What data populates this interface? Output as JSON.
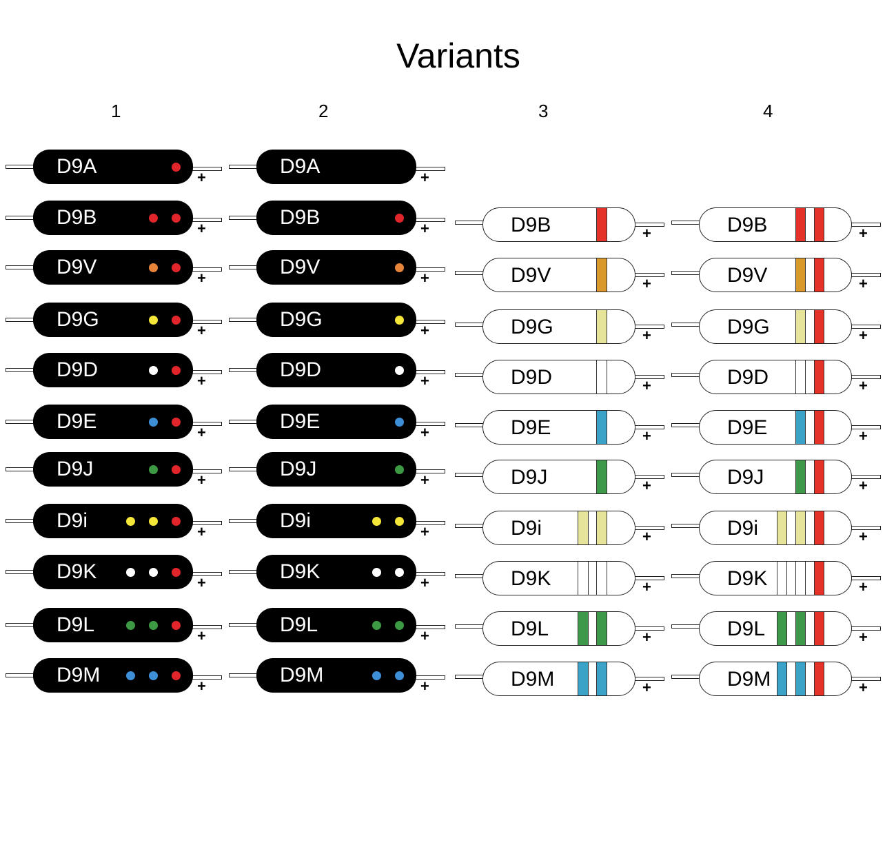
{
  "title": "Variants",
  "column_headers": [
    "1",
    "2",
    "3",
    "4"
  ],
  "plus_sign": "+",
  "colors": {
    "red": "#e0262a",
    "orange": "#e8843a",
    "yellow": "#f5e63a",
    "white": "#ffffff",
    "blue": "#3d8fd8",
    "green": "#3d9a44",
    "band_red": "#e43228",
    "band_orange": "#d99a2b",
    "band_yellow": "#e6e39a",
    "band_white": "#ffffff",
    "band_blue": "#3aa3c7",
    "band_green": "#3e9a4a"
  },
  "columns": [
    {
      "style": "black",
      "parts": [
        {
          "label": "D9A",
          "marks": [
            "red"
          ]
        },
        {
          "label": "D9B",
          "marks": [
            "red",
            "red"
          ]
        },
        {
          "label": "D9V",
          "marks": [
            "orange",
            "red"
          ]
        },
        {
          "label": "D9G",
          "marks": [
            "yellow",
            "red"
          ]
        },
        {
          "label": "D9D",
          "marks": [
            "white",
            "red"
          ]
        },
        {
          "label": "D9E",
          "marks": [
            "blue",
            "red"
          ]
        },
        {
          "label": "D9J",
          "marks": [
            "green",
            "red"
          ]
        },
        {
          "label": "D9i",
          "marks": [
            "yellow",
            "yellow",
            "red"
          ]
        },
        {
          "label": "D9K",
          "marks": [
            "white",
            "white",
            "red"
          ]
        },
        {
          "label": "D9L",
          "marks": [
            "green",
            "green",
            "red"
          ]
        },
        {
          "label": "D9M",
          "marks": [
            "blue",
            "blue",
            "red"
          ]
        }
      ]
    },
    {
      "style": "black",
      "parts": [
        {
          "label": "D9A",
          "marks": []
        },
        {
          "label": "D9B",
          "marks": [
            "red"
          ]
        },
        {
          "label": "D9V",
          "marks": [
            "orange"
          ]
        },
        {
          "label": "D9G",
          "marks": [
            "yellow"
          ]
        },
        {
          "label": "D9D",
          "marks": [
            "white"
          ]
        },
        {
          "label": "D9E",
          "marks": [
            "blue"
          ]
        },
        {
          "label": "D9J",
          "marks": [
            "green"
          ]
        },
        {
          "label": "D9i",
          "marks": [
            "yellow",
            "yellow"
          ]
        },
        {
          "label": "D9K",
          "marks": [
            "white",
            "white"
          ]
        },
        {
          "label": "D9L",
          "marks": [
            "green",
            "green"
          ]
        },
        {
          "label": "D9M",
          "marks": [
            "blue",
            "blue"
          ]
        }
      ]
    },
    {
      "style": "band",
      "parts": [
        {
          "label": "D9B",
          "marks": [
            "band_red"
          ]
        },
        {
          "label": "D9V",
          "marks": [
            "band_orange"
          ]
        },
        {
          "label": "D9G",
          "marks": [
            "band_yellow"
          ]
        },
        {
          "label": "D9D",
          "marks": [
            "band_white"
          ]
        },
        {
          "label": "D9E",
          "marks": [
            "band_blue"
          ]
        },
        {
          "label": "D9J",
          "marks": [
            "band_green"
          ]
        },
        {
          "label": "D9i",
          "marks": [
            "band_yellow",
            "band_yellow"
          ]
        },
        {
          "label": "D9K",
          "marks": [
            "band_white",
            "band_white"
          ]
        },
        {
          "label": "D9L",
          "marks": [
            "band_green",
            "band_green"
          ]
        },
        {
          "label": "D9M",
          "marks": [
            "band_blue",
            "band_blue"
          ]
        }
      ]
    },
    {
      "style": "band",
      "parts": [
        {
          "label": "D9B",
          "marks": [
            "band_red",
            "band_red"
          ]
        },
        {
          "label": "D9V",
          "marks": [
            "band_orange",
            "band_red"
          ]
        },
        {
          "label": "D9G",
          "marks": [
            "band_yellow",
            "band_red"
          ]
        },
        {
          "label": "D9D",
          "marks": [
            "band_white",
            "band_red"
          ]
        },
        {
          "label": "D9E",
          "marks": [
            "band_blue",
            "band_red"
          ]
        },
        {
          "label": "D9J",
          "marks": [
            "band_green",
            "band_red"
          ]
        },
        {
          "label": "D9i",
          "marks": [
            "band_yellow",
            "band_yellow",
            "band_red"
          ]
        },
        {
          "label": "D9K",
          "marks": [
            "band_white",
            "band_white",
            "band_red"
          ]
        },
        {
          "label": "D9L",
          "marks": [
            "band_green",
            "band_green",
            "band_red"
          ]
        },
        {
          "label": "D9M",
          "marks": [
            "band_blue",
            "band_blue",
            "band_red"
          ]
        }
      ]
    }
  ]
}
